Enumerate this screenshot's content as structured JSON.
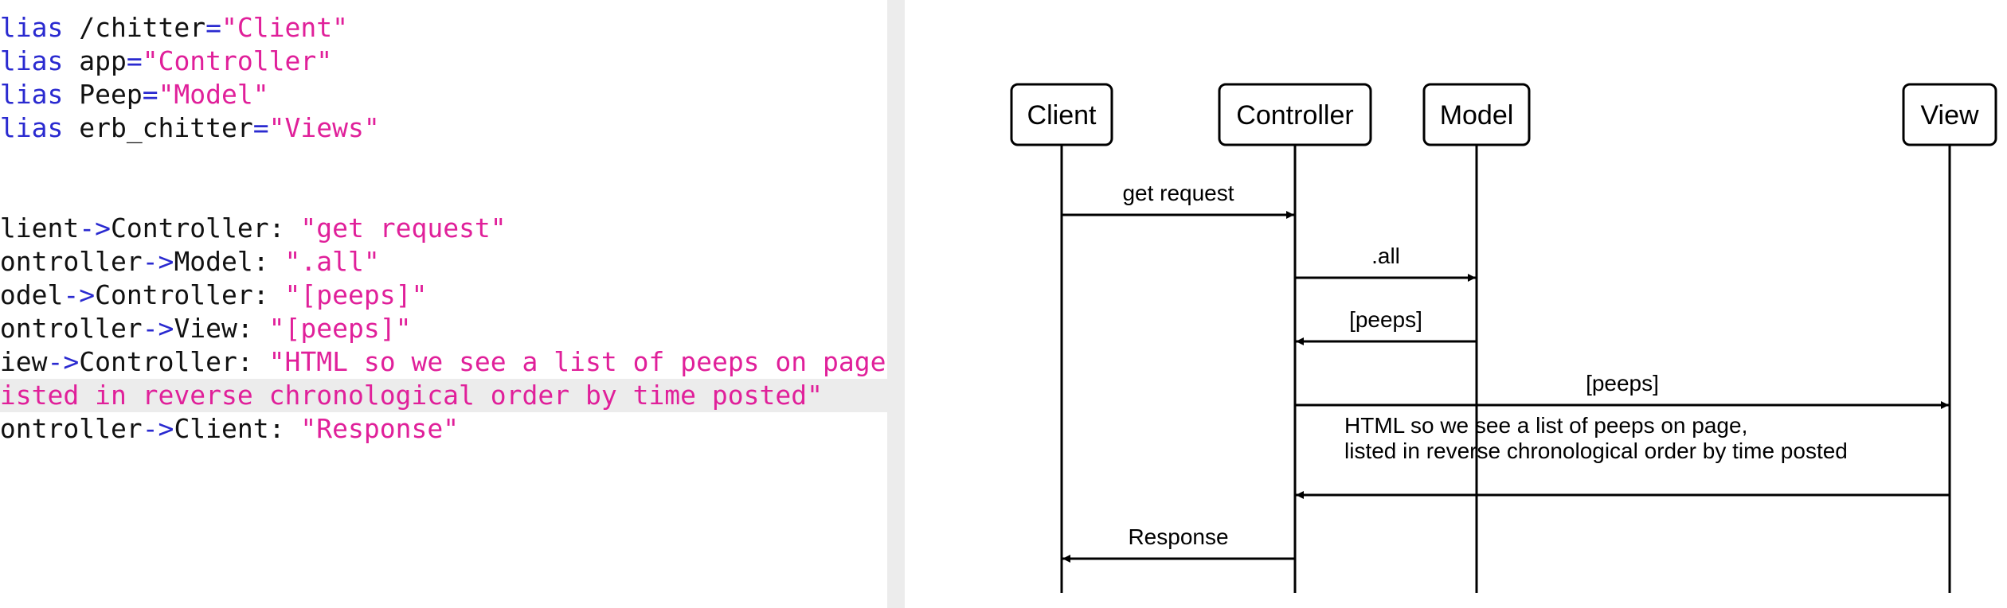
{
  "editor": {
    "lines": [
      [
        {
          "t": "alias",
          "c": "kw"
        },
        {
          "t": " /chitter"
        },
        {
          "t": "=",
          "c": "kw"
        },
        {
          "t": "\"Client\"",
          "c": "str"
        }
      ],
      [
        {
          "t": "alias",
          "c": "kw"
        },
        {
          "t": " app"
        },
        {
          "t": "=",
          "c": "kw"
        },
        {
          "t": "\"Controller\"",
          "c": "str"
        }
      ],
      [
        {
          "t": "alias",
          "c": "kw"
        },
        {
          "t": " Peep"
        },
        {
          "t": "=",
          "c": "kw"
        },
        {
          "t": "\"Model\"",
          "c": "str"
        }
      ],
      [
        {
          "t": "alias",
          "c": "kw"
        },
        {
          "t": " erb_chitter"
        },
        {
          "t": "=",
          "c": "kw"
        },
        {
          "t": "\"Views\"",
          "c": "str"
        }
      ],
      [],
      [],
      [
        {
          "t": "Client"
        },
        {
          "t": "->",
          "c": "kw"
        },
        {
          "t": "Controller: "
        },
        {
          "t": "\"get request\"",
          "c": "str"
        }
      ],
      [
        {
          "t": "Controller"
        },
        {
          "t": "->",
          "c": "kw"
        },
        {
          "t": "Model: "
        },
        {
          "t": "\".all\"",
          "c": "str"
        }
      ],
      [
        {
          "t": "Model"
        },
        {
          "t": "->",
          "c": "kw"
        },
        {
          "t": "Controller: "
        },
        {
          "t": "\"[peeps]\"",
          "c": "str"
        }
      ],
      [
        {
          "t": "Controller"
        },
        {
          "t": "->",
          "c": "kw"
        },
        {
          "t": "View: "
        },
        {
          "t": "\"[peeps]\"",
          "c": "str"
        }
      ],
      [
        {
          "t": "View"
        },
        {
          "t": "->",
          "c": "kw"
        },
        {
          "t": "Controller: "
        },
        {
          "t": "\"HTML so we see a list of peeps on page,",
          "c": "str"
        }
      ],
      [
        {
          "t": "listed in reverse chronological order by time posted\"",
          "c": "str"
        }
      ],
      [
        {
          "t": "Controller"
        },
        {
          "t": "->",
          "c": "kw"
        },
        {
          "t": "Client: "
        },
        {
          "t": "\"Response\"",
          "c": "str"
        }
      ]
    ],
    "highlighted_line": 11
  },
  "diagram": {
    "participants": [
      "Client",
      "Controller",
      "Model",
      "View"
    ],
    "messages": [
      {
        "from": "Client",
        "to": "Controller",
        "label": [
          "get request"
        ]
      },
      {
        "from": "Controller",
        "to": "Model",
        "label": [
          ".all"
        ]
      },
      {
        "from": "Model",
        "to": "Controller",
        "label": [
          "[peeps]"
        ]
      },
      {
        "from": "Controller",
        "to": "View",
        "label": [
          "[peeps]"
        ]
      },
      {
        "from": "View",
        "to": "Controller",
        "label": [
          "HTML so we see a list of peeps on page,",
          "listed in reverse chronological order by time posted"
        ]
      },
      {
        "from": "Controller",
        "to": "Client",
        "label": [
          "Response"
        ]
      }
    ]
  }
}
